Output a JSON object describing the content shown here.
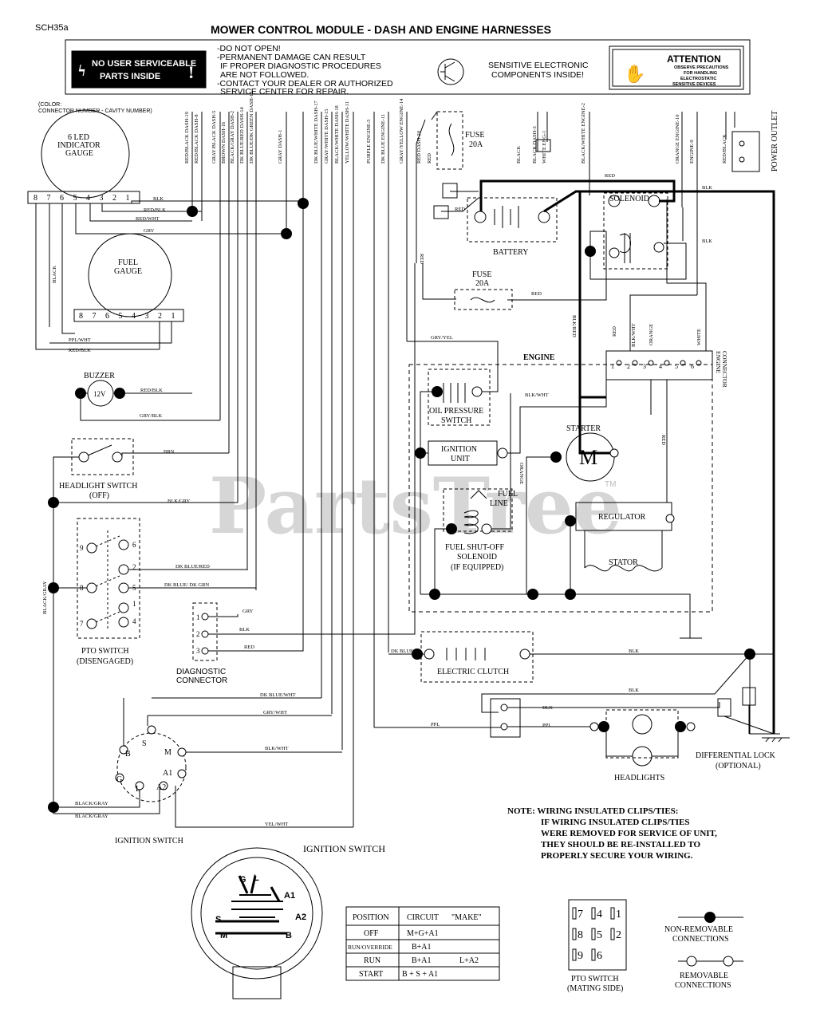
{
  "page": {
    "code": "SCH35a",
    "title": "MOWER CONTROL MODULE - DASH AND ENGINE HARNESSES"
  },
  "header": {
    "no_service_1": "NO USER SERVICEABLE",
    "no_service_2": "PARTS INSIDE",
    "warn_1": "-DO NOT OPEN!",
    "warn_2": "-PERMANENT DAMAGE CAN RESULT",
    "warn_3": "IF PROPER DIAGNOSTIC PROCEDURES",
    "warn_4": "ARE NOT FOLLOWED.",
    "warn_5": "-CONTACT YOUR DEALER OR AUTHORIZED",
    "warn_6": "SERVICE CENTER FOR REPAIR.",
    "sensitive_1": "SENSITIVE ELECTRONIC",
    "sensitive_2": "COMPONENTS INSIDE!",
    "attention": "ATTENTION",
    "attention_1": "OBSERVE PRECAUTIONS",
    "attention_2": "FOR HANDLING",
    "attention_3": "ELECTROSTATIC",
    "attention_4": "SENSITIVE DEVICES"
  },
  "color_note_1": "(COLOR:",
  "color_note_2": "CONNECTOR NUMBER - CAVITY NUMBER)",
  "harness_wires": [
    {
      "label": "RED/BLACK DASH-19"
    },
    {
      "label": "RED/BLACK DASH-8"
    },
    {
      "label": "GRAY/BLACK DASH-5"
    },
    {
      "label": "BROWN DASH-16"
    },
    {
      "label": "BLACK/GRAY DASH-2"
    },
    {
      "label": "DK BLUE/RED DASH-14"
    },
    {
      "label": "DK BLUE/DK GREEN DASH-12"
    },
    {
      "label": "GRAY DASH-1"
    },
    {
      "label": "DK BLUE/WHITE DASH-17"
    },
    {
      "label": "GRAY/WHITE DASH-15"
    },
    {
      "label": "BLACK/WHITE DASH-18"
    },
    {
      "label": "YELLOW/WHITE DASH-11"
    },
    {
      "label": "PURPLE ENGINE-5"
    },
    {
      "label": "DK BLUE ENGINE-11"
    },
    {
      "label": "GRAY/YELLOW ENGINE-14"
    },
    {
      "label": "RED DASH-20"
    },
    {
      "label": "RED"
    },
    {
      "label": "BLACK DASH-3"
    },
    {
      "label": "WHITE ENG-1"
    },
    {
      "label": "BLACK/WHITE ENGINE-2"
    },
    {
      "label": "ORANGE ENGINE-10"
    },
    {
      "label": "ENGINE-9"
    },
    {
      "label": "RED/BLACK"
    }
  ],
  "components": {
    "led_gauge_1": "6 LED",
    "led_gauge_2": "INDICATOR",
    "led_gauge_3": "GAUGE",
    "fuel_gauge_1": "FUEL",
    "fuel_gauge_2": "GAUGE",
    "buzzer": "BUZZER",
    "buzzer_v": "12V",
    "headlight_switch": "HEADLIGHT SWITCH",
    "headlight_switch_state": "(OFF)",
    "pto_switch": "PTO SWITCH",
    "pto_switch_state": "(DISENGAGED)",
    "diag_1": "DIAGNOSTIC",
    "diag_2": "CONNECTOR",
    "ignition_switch": "IGNITION SWITCH",
    "fuse_top": "FUSE",
    "fuse_top_rating": "20A",
    "fuse_mid": "FUSE",
    "fuse_mid_rating": "20A",
    "battery": "BATTERY",
    "solenoid": "SOLENOID",
    "engine": "ENGINE",
    "engine_connector_1": "ENGINE",
    "engine_connector_2": "CONNECTOR",
    "oil_1": "OIL PRESSURE",
    "oil_2": "SWITCH",
    "ign_unit_1": "IGNITION",
    "ign_unit_2": "UNIT",
    "starter": "STARTER",
    "starter_m": "M",
    "fuel_line_1": "FUEL",
    "fuel_line_2": "LINE",
    "fuel_shutoff_1": "FUEL SHUT-OFF",
    "fuel_shutoff_2": "SOLENOID",
    "fuel_shutoff_3": "(IF EQUIPPED)",
    "regulator": "REGULATOR",
    "stator": "STATOR",
    "electric_clutch": "ELECTRIC CLUTCH",
    "headlights": "HEADLIGHTS",
    "diff_lock": "DIFFERENTIAL LOCK",
    "diff_lock_opt": "(OPTIONAL)",
    "power_outlet": "POWER OUTLET"
  },
  "wire_labels": {
    "blk1": "BLK",
    "red_blk1": "RED/BLK",
    "red_wht": "RED/WHT",
    "gry1": "GRY",
    "black_v": "BLACK",
    "ppl_wht": "PPL/WHT",
    "red_blk2": "RED/BLK",
    "red_blk3": "RED/BLK",
    "gry_blk": "GRY/BLK",
    "brn": "BRN",
    "blk_gry": "BLK/GRY",
    "dk_blue_red": "DK BLUE/RED",
    "dk_blue_grn": "DK BLUE/ DK GRN",
    "black_gray_v": "BLACK/GRAY",
    "gry2": "GRY",
    "blk2": "BLK",
    "red1": "RED",
    "dk_blue_wht": "DK BLUE/WHT",
    "gry_wht": "GRY/WHT",
    "blk_wht1": "BLK/WHT",
    "black_gray1": "BLACK/GRAY",
    "black_gray2": "BLACK/GRAY",
    "yel_wht": "YEL/WHT",
    "red_top": "RED",
    "red_bat": "RED",
    "red_fuse": "RED",
    "red_v": "RED",
    "blk_top": "BLK",
    "blk_sol": "BLK",
    "gry_yel": "GRY/YEL",
    "blk_wht2": "BLK/WHT",
    "blk_red_v": "BLK/RED",
    "orange_v": "ORANGE",
    "red_reg": "RED",
    "dk_blue": "DK BLUE",
    "blk3": "BLK",
    "blk4": "BLK",
    "blk5": "BLK",
    "ppl1": "PPL",
    "ppl2": "PPL",
    "ec_red": "RED",
    "ec_blkwht": "BLK/WHT",
    "ec_orange": "ORANGE",
    "ec_white": "WHITE",
    "black_top": "BLACK"
  },
  "pins": {
    "led": [
      "8",
      "7",
      "6",
      "5",
      "4",
      "3",
      "2",
      "1"
    ],
    "fuel": [
      "8",
      "7",
      "6",
      "5",
      "4",
      "3",
      "2",
      "1"
    ],
    "pto": [
      "9",
      "6",
      "2",
      "8",
      "5",
      "1",
      "7",
      "4"
    ],
    "diag": [
      "1",
      "2",
      "3"
    ],
    "engine_conn": [
      "1",
      "2",
      "3",
      "4",
      "5",
      "6"
    ],
    "ign": [
      "S",
      "B",
      "M",
      "G",
      "A1",
      "L",
      "A2"
    ]
  },
  "note": {
    "line1": "NOTE:  WIRING INSULATED CLIPS/TIES:",
    "line2": "IF WIRING INSULATED CLIPS/TIES",
    "line3": "WERE REMOVED FOR SERVICE OF UNIT,",
    "line4": "THEY SHOULD BE RE-INSTALLED TO",
    "line5": "PROPERLY SECURE YOUR WIRING."
  },
  "ignition_detail": {
    "title": "IGNITION SWITCH",
    "terminals": [
      "G",
      "L",
      "A1",
      "A2",
      "S",
      "M",
      "B"
    ]
  },
  "position_table": {
    "headers": [
      "POSITION",
      "CIRCUIT",
      "\"MAKE\""
    ],
    "rows": [
      [
        "OFF",
        "M+G+A1",
        ""
      ],
      [
        "RUN/OVERRIDE",
        "B+A1",
        ""
      ],
      [
        "RUN",
        "B+A1",
        "L+A2"
      ],
      [
        "START",
        "B + S + A1",
        ""
      ]
    ]
  },
  "pto_mating": {
    "pins": [
      "7",
      "4",
      "1",
      "8",
      "5",
      "2",
      "9",
      "6"
    ],
    "label_1": "PTO SWITCH",
    "label_2": "(MATING SIDE)"
  },
  "legend": {
    "non_removable_1": "NON-REMOVABLE",
    "non_removable_2": "CONNECTIONS",
    "removable_1": "REMOVABLE",
    "removable_2": "CONNECTIONS"
  },
  "watermark": "PartsTree",
  "watermark_tm": "TM"
}
